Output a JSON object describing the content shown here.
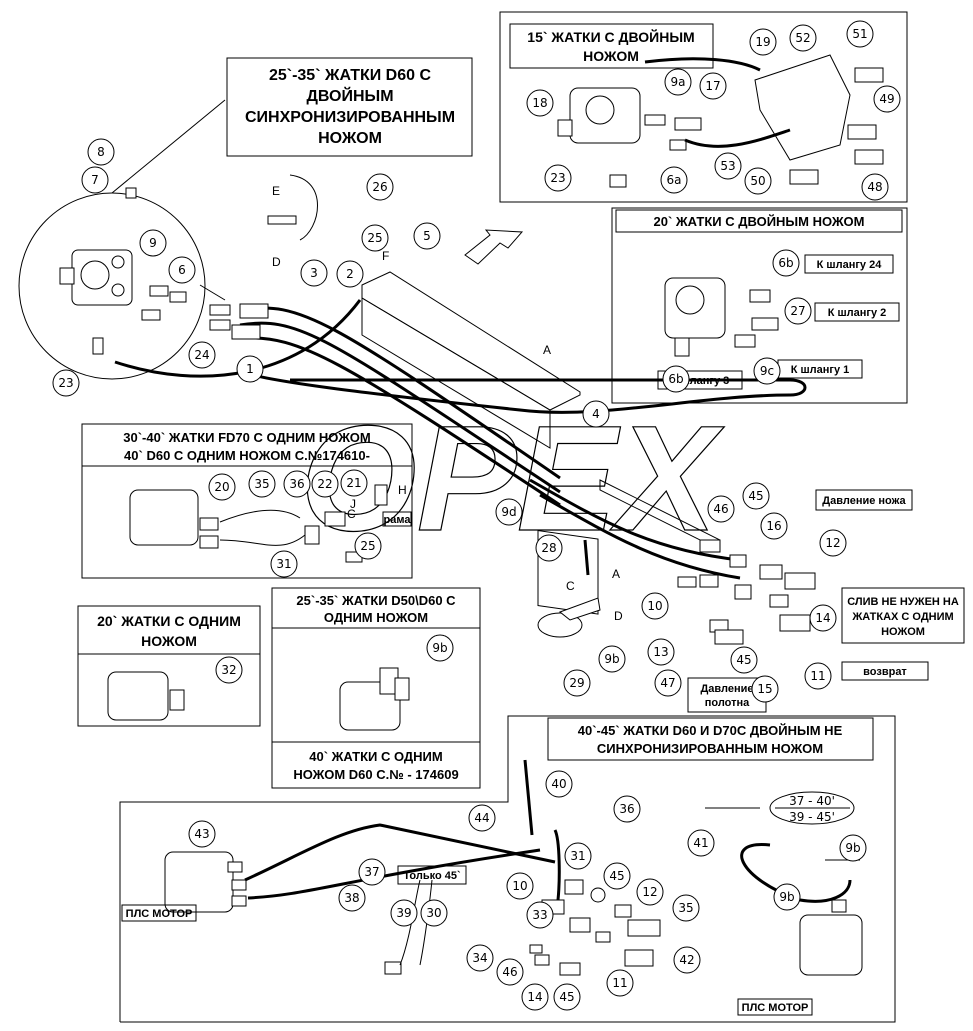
{
  "titles": {
    "main": [
      "25`-35` ЖАТКИ D60 С",
      "ДВОЙНЫМ",
      "СИНХРОНИЗИРОВАННЫМ",
      "НОЖОМ"
    ],
    "top_right": [
      "15` ЖАТКИ  С ДВОЙНЫМ",
      "НОЖОМ"
    ],
    "mid_right": "20` ЖАТКИ  С ДВОЙНЫМ  НОЖОМ",
    "left_mid": [
      "30`-40` ЖАТКИ FD70 С ОДНИМ  НОЖОМ",
      "40` D60 С ОДНИМ НОЖОМ С.№174610-"
    ],
    "left_small": [
      "20` ЖАТКИ  С ОДНИМ",
      "НОЖОМ"
    ],
    "center_small": [
      "25`-35` ЖАТКИ D50\\D60 С",
      "ОДНИМ  НОЖОМ"
    ],
    "center_bottom": [
      "40` ЖАТКИ  С ОДНИМ",
      "НОЖОМ D60 С.№ - 174609"
    ],
    "bottom": [
      "40`-45` ЖАТКИ D60 И D70С ДВОЙНЫМ  НЕ",
      "СИНХРОНИЗИРОВАННЫМ НОЖОМ"
    ]
  },
  "labels": {
    "k_hose_24": "К шлангу 24",
    "k_hose_2": "К шлангу 2",
    "k_hose_1": "К шлангу 1",
    "k_hose_3": "К шлангу 3",
    "knife_pressure": "Давление ножа",
    "drain_note": [
      "СЛИВ НЕ НУЖЕН НА",
      "ЖАТКАХ С ОДНИМ",
      "НОЖОМ"
    ],
    "return": "возврат",
    "canvas_pressure": [
      "Давление",
      "полотна"
    ],
    "frame": "рама",
    "only45": "Только 45`",
    "pls_motor_left": "ПЛС МОТОР",
    "pls_motor_right": "ПЛС МОТОР",
    "size_a": "37 - 40'",
    "size_b": "39 - 45'"
  },
  "letters": {
    "E": "E",
    "D": "D",
    "F": "F",
    "A": "A",
    "A2": "A",
    "C": "C",
    "D2": "D",
    "C2": "C",
    "H": "H",
    "J": "J"
  },
  "watermark": "OPEX",
  "callouts": [
    "8",
    "7",
    "9",
    "6",
    "23",
    "24",
    "26",
    "3",
    "2",
    "1",
    "25",
    "5",
    "19",
    "52",
    "51",
    "49",
    "48",
    "18",
    "9a",
    "17",
    "6a",
    "53",
    "50",
    "23",
    "6b",
    "27",
    "9c",
    "6b",
    "4",
    "46",
    "45",
    "16",
    "12",
    "14",
    "11",
    "15",
    "10",
    "45",
    "13",
    "47",
    "28",
    "29",
    "9b",
    "20",
    "35",
    "36",
    "22",
    "21",
    "31",
    "25",
    "9d",
    "9b",
    "32",
    "43",
    "44",
    "37",
    "38",
    "39",
    "30",
    "40",
    "36",
    "31",
    "45",
    "12",
    "35",
    "10",
    "33",
    "34",
    "46",
    "14",
    "45",
    "11",
    "42",
    "41",
    "9b",
    "9b"
  ]
}
